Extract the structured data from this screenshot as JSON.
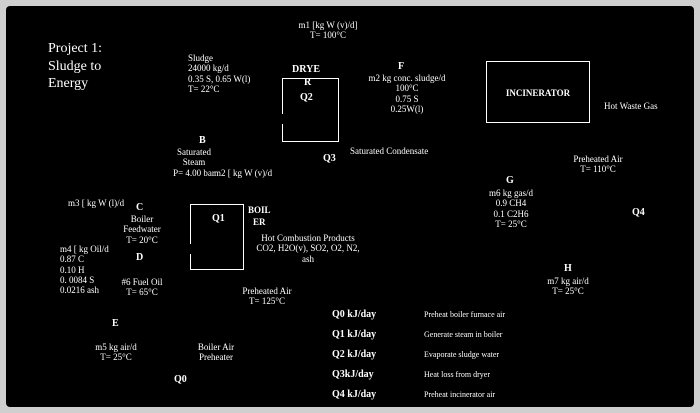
{
  "project": [
    "Project 1:",
    "Sludge to",
    "Energy"
  ],
  "sludge": [
    "Sludge",
    "24000 kg/d",
    "0.35 S, 0.65 W(l)",
    "T= 22°C"
  ],
  "m1": [
    "m1 [kg W (v)/d]",
    "T= 100°C"
  ],
  "dryer": {
    "label": "DRYE",
    "label2": "R",
    "q": "Q2"
  },
  "F": {
    "letter": "F",
    "lines": [
      "m2 kg conc. sludge/d",
      "100°C",
      "0.75 S",
      "0.25W(l)"
    ]
  },
  "incinerator": "INCINERATOR",
  "hot_waste_gas": "Hot Waste Gas",
  "B": {
    "letter": "B",
    "lines": [
      "Saturated",
      "Steam",
      "P= 4.00 bar"
    ]
  },
  "m2": "m2 [ kg W (v)/d",
  "q3": "Q3",
  "saturated_condensate": "Saturated Condensate",
  "preheated_air_right": [
    "Preheated Air",
    "T= 110°C"
  ],
  "G": {
    "letter": "G",
    "lines": [
      "m6 kg gas/d",
      "0.9 CH4",
      "0.1 C2H6",
      "T= 25°C"
    ]
  },
  "q4": "Q4",
  "m3": "m3 [ kg W (l)/d",
  "C": {
    "letter": "C",
    "lines": [
      "Boiler",
      "Feedwater",
      "T= 20°C"
    ]
  },
  "boiler": {
    "label": "BOIL",
    "label2": "ER",
    "q": "Q1"
  },
  "combustion": [
    "Hot Combustion Products",
    "CO2, H2O(v), SO2, O2, N2,",
    "ash"
  ],
  "D": {
    "letter": "D",
    "lines": [
      "m4 [ kg Oil/d",
      "0.87 C",
      "0.10 H",
      "0. 0084 S",
      "0.0216 ash"
    ]
  },
  "fuel_oil": [
    "#6 Fuel Oil",
    "T= 65°C"
  ],
  "preheated_air_mid": [
    "Preheated Air",
    "T= 125°C"
  ],
  "H": {
    "letter": "H",
    "lines": [
      "m7 kg air/d",
      "T= 25°C"
    ]
  },
  "E": {
    "letter": "E",
    "lines": [
      "m5 kg air/d",
      "T= 25°C"
    ]
  },
  "boiler_air_preheater": [
    "Boiler Air",
    "Preheater"
  ],
  "q0": "Q0",
  "energy_table": [
    {
      "q": "Q0 kJ/day",
      "desc": "Preheat boiler furnace air"
    },
    {
      "q": "Q1 kJ/day",
      "desc": "Generate steam in boiler"
    },
    {
      "q": "Q2 kJ/day",
      "desc": "Evaporate sludge water"
    },
    {
      "q": "Q3kJ/day",
      "desc": "Heat loss from dryer"
    },
    {
      "q": "Q4 kJ/day",
      "desc": "Preheat incinerator air"
    }
  ]
}
